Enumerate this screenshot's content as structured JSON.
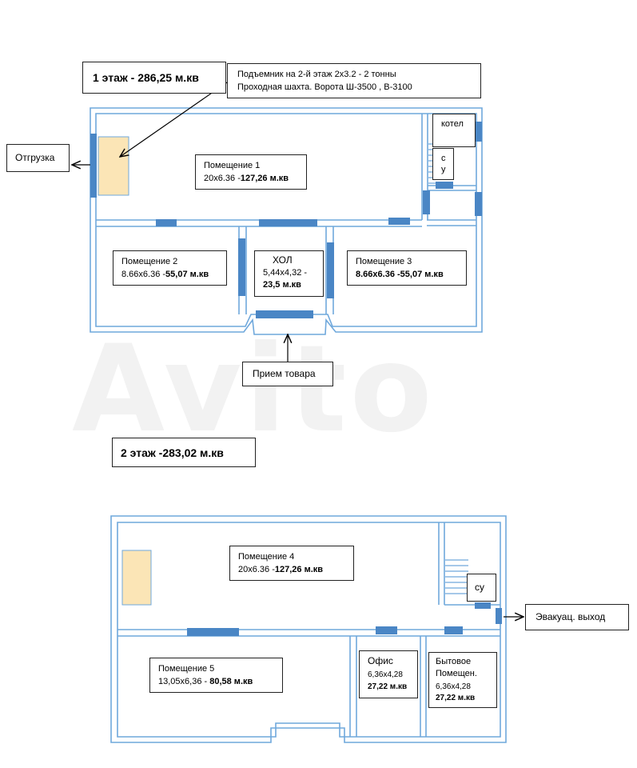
{
  "floor1": {
    "title": "1 этаж - 286,25 м.кв",
    "lift_note_line1": "Подъемник на 2-й этаж 2х3.2 - 2 тонны",
    "lift_note_line2": "Проходная шахта. Ворота Ш-3500 , В-3100",
    "shipping": "Отгрузка",
    "boiler": "котел",
    "wc_1": "с",
    "wc_2": "у",
    "room1_name": "Помещение 1",
    "room1_dims": "20х6.36 -",
    "room1_area": "127,26 м.кв",
    "room2_name": "Помещение 2",
    "room2_dims": "8.66х6.36 -",
    "room2_area": "55,07 м.кв",
    "hall_name": "ХОЛ",
    "hall_dims": "5,44х4,32 -",
    "hall_area": "23,5 м.кв",
    "room3_name": "Помещение 3",
    "room3_dims": "8.66х6.36 -",
    "room3_area": "55,07  м.кв",
    "receiving": "Прием товара"
  },
  "floor2": {
    "title": "2 этаж -283,02 м.кв",
    "room4_name": "Помещение 4",
    "room4_dims": "20х6.36 -",
    "room4_area": "127,26 м.кв",
    "wc": "су",
    "exit": "Эвакуац. выход",
    "room5_name": "Помещение 5",
    "room5_dims": "13,05х6,36 - ",
    "room5_area": "80,58 м.кв",
    "office_name": "Офис",
    "office_dims": "6,36х4,28",
    "office_area": "27,22 м.кв",
    "utility_name_1": "Бытовое",
    "utility_name_2": "Помещен.",
    "utility_dims": "6,36х4,28",
    "utility_area": "27,22 м.кв"
  },
  "watermark": "Avito",
  "colors": {
    "wall": "#5b9bd5",
    "door": "#4a86c5",
    "lift": "#fbe5b6"
  }
}
